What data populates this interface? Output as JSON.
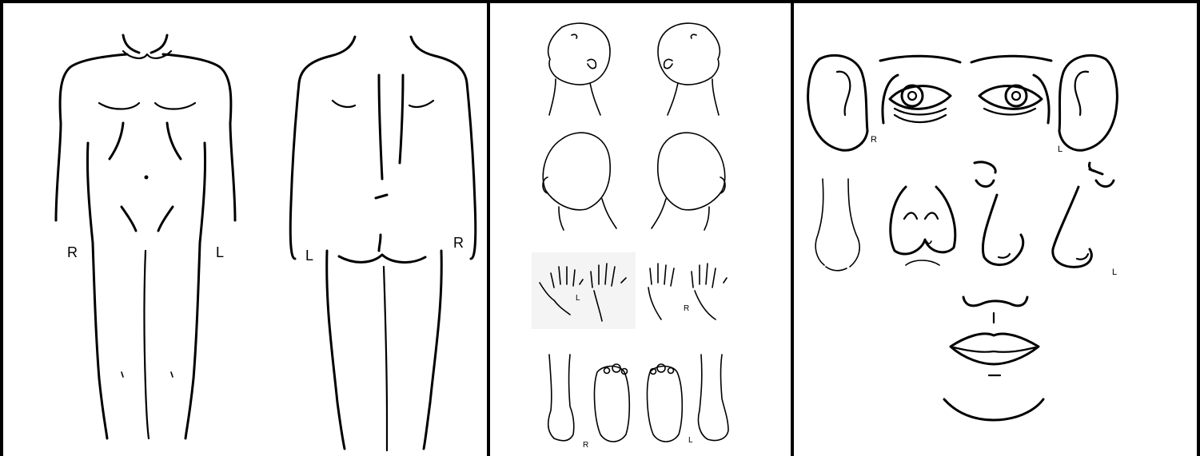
{
  "labels": {
    "front_body_right": "R",
    "front_body_left": "L",
    "back_body_left": "L",
    "back_body_right": "R",
    "hands_left": "L",
    "hands_right": "R",
    "feet_right": "R",
    "feet_left": "L",
    "ear_right": "R",
    "ear_left": "L",
    "nose_left": "L"
  }
}
